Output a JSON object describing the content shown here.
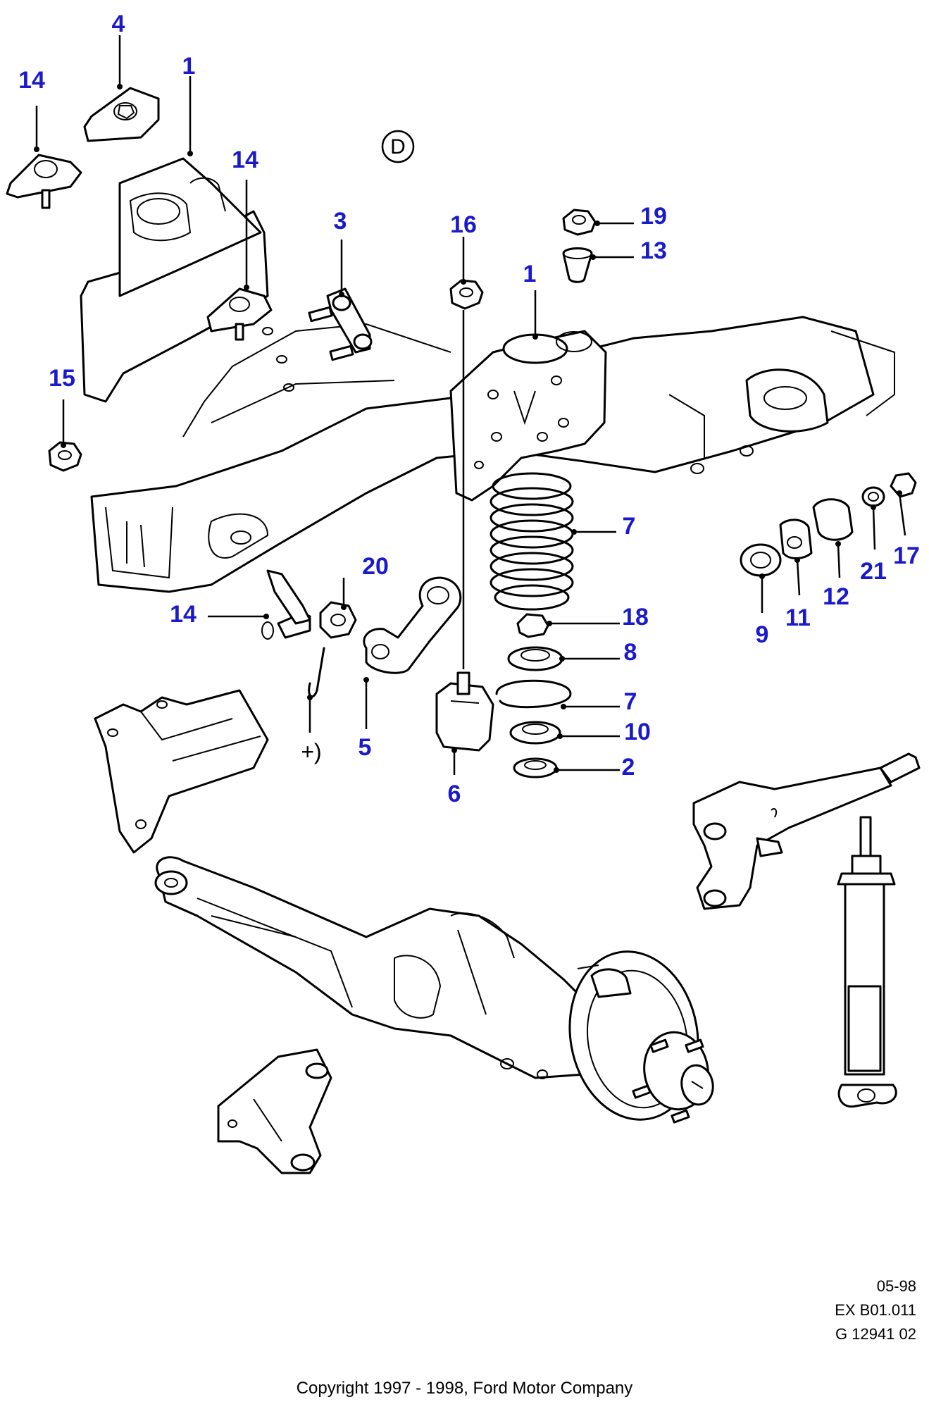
{
  "diagram": {
    "section_label": "D",
    "callouts": [
      "4",
      "14",
      "1",
      "14",
      "3",
      "16",
      "19",
      "13",
      "1",
      "15",
      "7",
      "17",
      "21",
      "12",
      "9",
      "11",
      "20",
      "14",
      "18",
      "8",
      "7",
      "10",
      "2",
      "5",
      "6"
    ],
    "footnote": "+)"
  },
  "meta": {
    "date": "05-98",
    "code": "EX B01.011",
    "ref": "G 12941 02"
  },
  "copyright": "Copyright 1997 - 1998, Ford Motor Company"
}
